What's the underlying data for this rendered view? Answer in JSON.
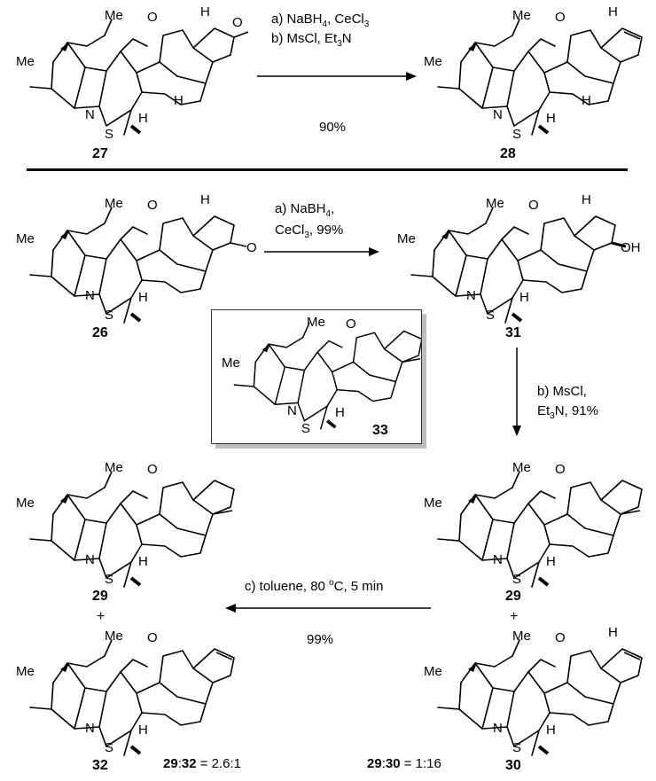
{
  "atoms": {
    "me": "Me",
    "n": "N",
    "o": "O",
    "s": "S",
    "h": "H",
    "oh": "OH"
  },
  "compounds": {
    "c27": "27",
    "c28": "28",
    "c26": "26",
    "c31": "31",
    "c33": "33",
    "c29a": "29",
    "c29b": "29",
    "c32": "32",
    "c30": "30"
  },
  "reaction1": {
    "step_a": "a) NaBH",
    "step_a_sub": "4",
    "step_a_tail": ", CeCl",
    "step_a_sub2": "3",
    "step_b": "b) MsCl, Et",
    "step_b_sub": "3",
    "step_b_tail": "N",
    "yield": "90%"
  },
  "reaction2": {
    "step_a_line1": "a) NaBH",
    "step_a_sub": "4",
    "step_a_tail": ",",
    "step_a_line2": "CeCl",
    "step_a_sub2": "3",
    "step_a_tail2": ", 99%"
  },
  "reaction3": {
    "line1": "b) MsCl,",
    "line2": "Et",
    "line2_sub": "3",
    "line2_tail": "N, 91%"
  },
  "reaction4": {
    "cond_pre": "c) toluene, 80 ",
    "cond_sup": "o",
    "cond_post": "C, 5 min",
    "yield": "99%"
  },
  "plus_sign": "+",
  "ratios": {
    "left_a": "29",
    "left_sep": ":",
    "left_b": "32",
    "left_value": " = 2.6:1",
    "right_a": "29",
    "right_sep": ":",
    "right_b": "30",
    "right_value": " = 1:16"
  }
}
